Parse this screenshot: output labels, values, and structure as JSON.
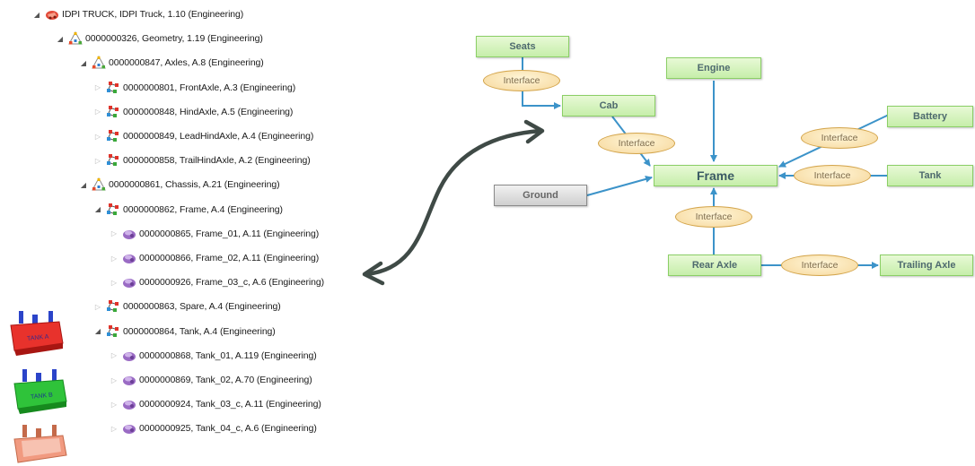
{
  "tree": {
    "rows": [
      {
        "label": "IDPI TRUCK, IDPI Truck, 1.10 (Engineering)",
        "level": 0,
        "toggle": "expanded",
        "icon": "truck-icon"
      },
      {
        "label": "0000000326, Geometry, 1.19 (Engineering)",
        "level": 1,
        "toggle": "expanded",
        "icon": "geometry-icon"
      },
      {
        "label": "0000000847, Axles, A.8 (Engineering)",
        "level": 2,
        "toggle": "expanded",
        "icon": "geometry-icon"
      },
      {
        "label": "0000000801, FrontAxle, A.3 (Engineering)",
        "level": 3,
        "toggle": "collapsed",
        "icon": "assembly-icon"
      },
      {
        "label": "0000000848, HindAxle, A.5 (Engineering)",
        "level": 3,
        "toggle": "collapsed",
        "icon": "assembly-icon"
      },
      {
        "label": "0000000849, LeadHindAxle, A.4 (Engineering)",
        "level": 3,
        "toggle": "collapsed",
        "icon": "assembly-icon"
      },
      {
        "label": "0000000858, TrailHindAxle, A.2 (Engineering)",
        "level": 3,
        "toggle": "collapsed",
        "icon": "assembly-icon"
      },
      {
        "label": "0000000861, Chassis, A.21 (Engineering)",
        "level": 2,
        "toggle": "expanded",
        "icon": "geometry-icon"
      },
      {
        "label": "0000000862, Frame, A.4 (Engineering)",
        "level": 3,
        "toggle": "expanded",
        "icon": "assembly-icon"
      },
      {
        "label": "0000000865, Frame_01, A.11 (Engineering)",
        "level": 4,
        "toggle": "collapsed",
        "icon": "part-icon"
      },
      {
        "label": "0000000866, Frame_02, A.11 (Engineering)",
        "level": 4,
        "toggle": "collapsed",
        "icon": "part-icon"
      },
      {
        "label": "0000000926, Frame_03_c, A.6 (Engineering)",
        "level": 4,
        "toggle": "collapsed",
        "icon": "part-icon"
      },
      {
        "label": "0000000863, Spare, A.4 (Engineering)",
        "level": 3,
        "toggle": "collapsed",
        "icon": "assembly-icon"
      },
      {
        "label": "0000000864, Tank, A.4 (Engineering)",
        "level": 3,
        "toggle": "expanded",
        "icon": "assembly-icon"
      },
      {
        "label": "0000000868, Tank_01, A.119 (Engineering)",
        "level": 4,
        "toggle": "collapsed",
        "icon": "part-icon"
      },
      {
        "label": "0000000869, Tank_02, A.70 (Engineering)",
        "level": 4,
        "toggle": "collapsed",
        "icon": "part-icon"
      },
      {
        "label": "0000000924, Tank_03_c, A.11 (Engineering)",
        "level": 4,
        "toggle": "collapsed",
        "icon": "part-icon"
      },
      {
        "label": "0000000925, Tank_04_c, A.6 (Engineering)",
        "level": 4,
        "toggle": "collapsed",
        "icon": "part-icon"
      }
    ]
  },
  "thumbnails": [
    {
      "name": "tank-red",
      "color": "#e8322c",
      "text": "TANK A"
    },
    {
      "name": "tank-green",
      "color": "#2fc33a",
      "text": "TANK B"
    },
    {
      "name": "tank-salmon",
      "color": "#f19a80",
      "text": ""
    }
  ],
  "diagram": {
    "colors": {
      "wire": "#3c93c9",
      "node_border": "#8bcf66",
      "interface_border": "#d3a44a"
    },
    "nodes": {
      "seats": "Seats",
      "cab": "Cab",
      "engine": "Engine",
      "battery": "Battery",
      "frame": "Frame",
      "tank": "Tank",
      "ground": "Ground",
      "rear_axle": "Rear Axle",
      "trailing_axle": "Trailing Axle"
    },
    "interfaces": {
      "seats_cab": "Interface",
      "cab_frame": "Interface",
      "battery_frame": "Interface",
      "tank_frame": "Interface",
      "rear_axle_frame": "Interface",
      "rear_axle_trailing": "Interface"
    }
  }
}
